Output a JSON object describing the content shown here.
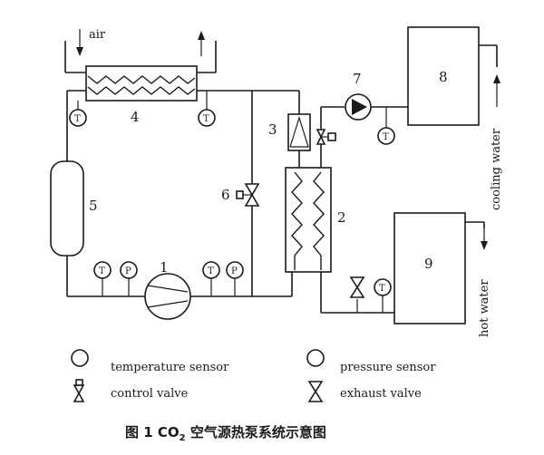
{
  "labels": {
    "air": "air",
    "cooling_water": "cooling water",
    "hot_water": "hot water",
    "sensor_T": "T",
    "sensor_P": "P"
  },
  "components": {
    "c1": "1",
    "c2": "2",
    "c3": "3",
    "c4": "4",
    "c5": "5",
    "c6": "6",
    "c7": "7",
    "c8": "8",
    "c9": "9"
  },
  "legend": {
    "temperature_sensor": "temperature sensor",
    "pressure_sensor": "pressure sensor",
    "control_valve": "control valve",
    "exhaust_valve": "exhaust valve"
  },
  "caption": {
    "prefix": "图 1  CO",
    "subscript": "2",
    "suffix": " 空气源热泵系统示意图"
  }
}
